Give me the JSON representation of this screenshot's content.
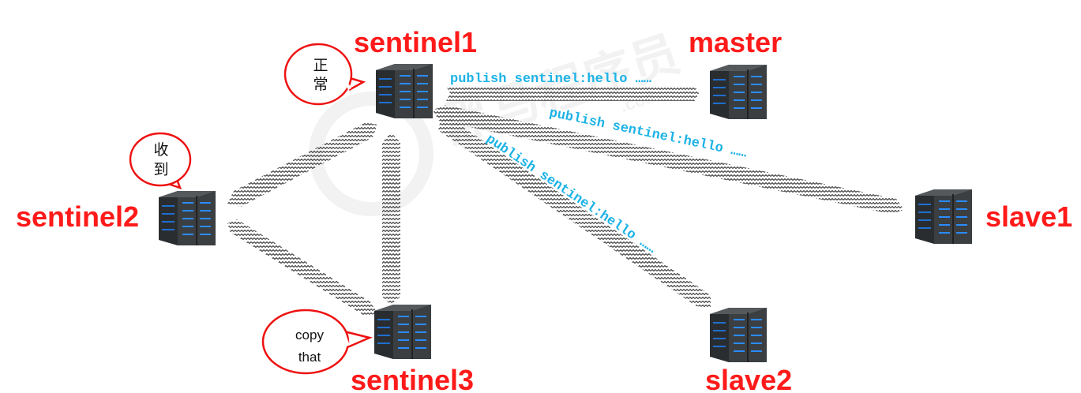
{
  "nodes": {
    "sentinel1": "sentinel1",
    "sentinel2": "sentinel2",
    "sentinel3": "sentinel3",
    "master": "master",
    "slave1": "slave1",
    "slave2": "slave2"
  },
  "messages": {
    "to_master": "publish sentinel:hello ……",
    "to_slave1": "publish sentinel:hello ……",
    "to_slave2": "publish sentinel:hello ……"
  },
  "bubbles": {
    "sentinel1": [
      "正",
      "常"
    ],
    "sentinel2": [
      "收",
      "到"
    ],
    "sentinel3": [
      "copy",
      "that"
    ]
  },
  "watermark": {
    "main": "黑马程序员",
    "sub": ".com"
  },
  "colors": {
    "label": "#ff1a1a",
    "message": "#1cb3e6",
    "server": "#2f3336",
    "led": "#2a8cff"
  }
}
